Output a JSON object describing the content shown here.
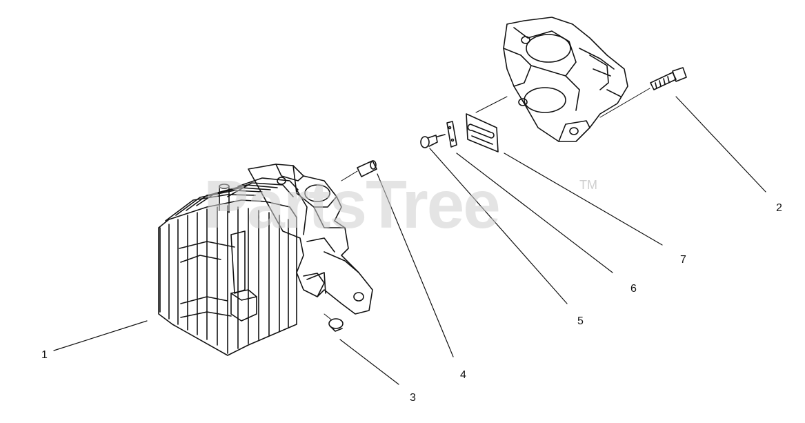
{
  "callouts": {
    "c1": "1",
    "c2": "2",
    "c3": "3",
    "c4": "4",
    "c5": "5",
    "c6": "6",
    "c7": "7"
  },
  "watermark": {
    "text": "PartsTree",
    "trademark": "TM"
  },
  "colors": {
    "line": "#111111",
    "watermark": "#cfcfcf",
    "background": "#ffffff"
  }
}
